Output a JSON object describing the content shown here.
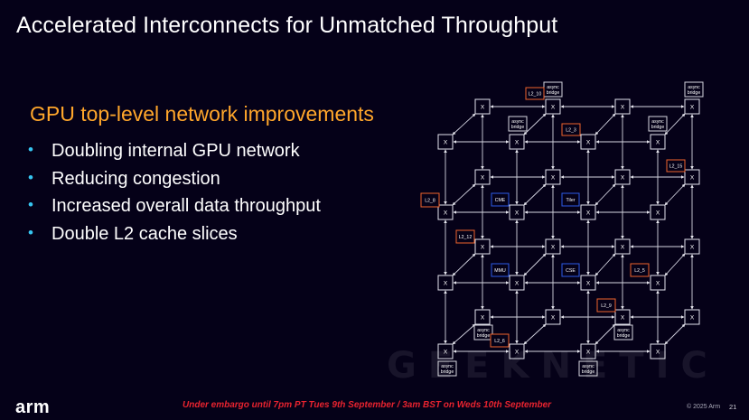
{
  "slide": {
    "title": "Accelerated Interconnects for Unmatched Throughput",
    "subtitle": "GPU top-level network improvements",
    "bullets": [
      "Doubling internal GPU network",
      "Reducing congestion",
      "Increased overall data throughput",
      "Double L2 cache slices"
    ],
    "logo_text": "arm",
    "embargo_notice": "Under embargo until 7pm PT Tues 9th September / 3am BST on Weds 10th September",
    "copyright": "© 2025 Arm",
    "page_number": "21",
    "watermark": "GEEKNETIC"
  },
  "diagram": {
    "node_label": "X",
    "node_rows": 4,
    "node_cols": 4,
    "blocks": [
      {
        "label": "async\nbridge",
        "color": "#d8d8e0"
      },
      {
        "label": "async\nbridge",
        "color": "#d8d8e0"
      },
      {
        "label": "async\nbridge",
        "color": "#d8d8e0"
      },
      {
        "label": "async\nbridge",
        "color": "#d8d8e0"
      },
      {
        "label": "async\nbridge",
        "color": "#d8d8e0"
      },
      {
        "label": "async\nbridge",
        "color": "#d8d8e0"
      },
      {
        "label": "async\nbridge",
        "color": "#d8d8e0"
      },
      {
        "label": "async\nbridge",
        "color": "#d8d8e0"
      },
      {
        "label": "L2_10",
        "color": "#f0642c"
      },
      {
        "label": "L2_3",
        "color": "#f0642c"
      },
      {
        "label": "L2_15",
        "color": "#f0642c"
      },
      {
        "label": "L2_8",
        "color": "#f0642c"
      },
      {
        "label": "L2_12",
        "color": "#f0642c"
      },
      {
        "label": "L2_5",
        "color": "#f0642c"
      },
      {
        "label": "L2_9",
        "color": "#f0642c"
      },
      {
        "label": "L2_6",
        "color": "#f0642c"
      },
      {
        "label": "CME",
        "color": "#2d5be8"
      },
      {
        "label": "Tiler",
        "color": "#2d5be8"
      },
      {
        "label": "MMU",
        "color": "#2d5be8"
      },
      {
        "label": "CSE",
        "color": "#2d5be8"
      }
    ]
  }
}
